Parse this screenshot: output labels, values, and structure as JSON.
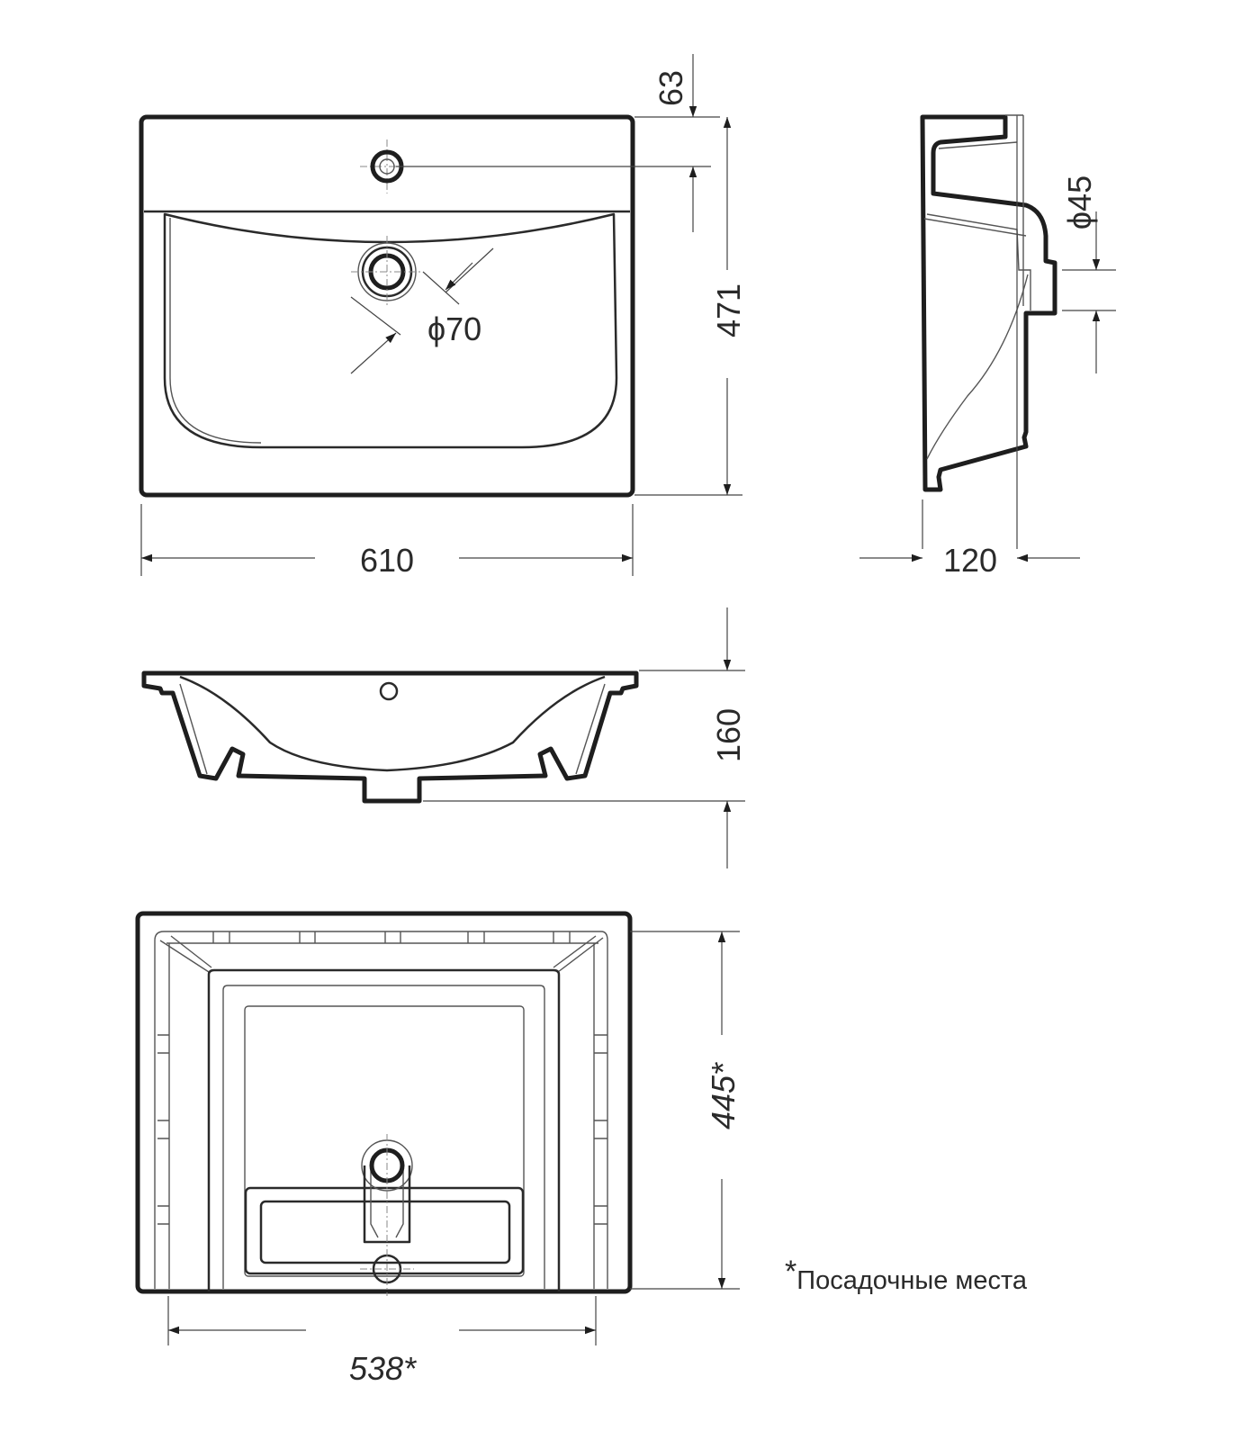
{
  "dimensions": {
    "top_offset": "63",
    "depth": "471",
    "width": "610",
    "drain_diameter": "ϕ70",
    "overflow_diameter": "ϕ45",
    "side_depth": "120",
    "height": "160",
    "mount_depth": "445*",
    "mount_width": "538*"
  },
  "note": {
    "asterisk": "*",
    "text": "Посадочные места"
  }
}
